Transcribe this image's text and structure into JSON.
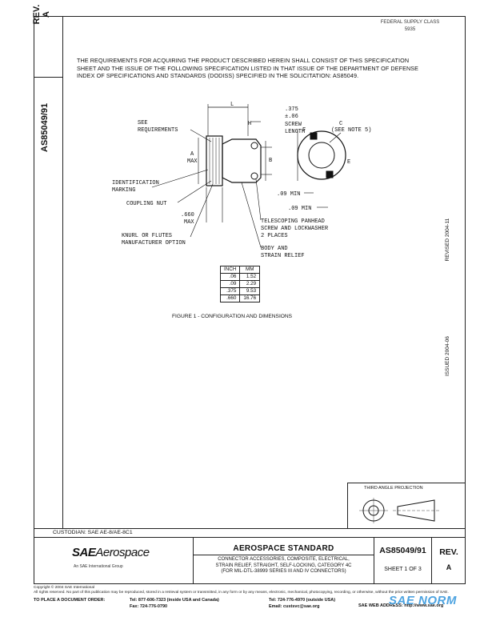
{
  "header": {
    "rev_label": "REV.",
    "rev_value": "A",
    "doc_number": "AS85049/91",
    "fed_line1": "FEDERAL SUPPLY CLASS",
    "fed_line2": "5935"
  },
  "requirements_text": "THE REQUIREMENTS FOR ACQUIRING THE PRODUCT DESCRIBED HEREIN SHALL CONSIST OF THIS SPECIFICATION SHEET AND THE ISSUE OF THE FOLLOWING SPECIFICATION LISTED IN THAT ISSUE OF THE DEPARTMENT OF DEFENSE INDEX OF SPECIFICATIONS AND STANDARDS (DODISS) SPECIFIED IN THE SOLICITATION: AS85049.",
  "drawing": {
    "L": "L",
    "dim375": ".375",
    "plusminus06": "±.06",
    "screw_length_1": "SCREW",
    "screw_length_2": "LENGTH",
    "H": "H",
    "C": "C",
    "see_note": "(SEE NOTE 5)",
    "see_req_1": "SEE",
    "see_req_2": "REQUIREMENTS",
    "A": "A",
    "max": "MAX",
    "B": "B",
    "E": "E",
    "F": "F",
    "ident_1": "IDENTIFICATION",
    "ident_2": "MARKING",
    "coupling": "COUPLING NUT",
    "min09a": ".09 MIN",
    "min09b": ".09 MIN",
    "dim660": ".660",
    "max660": "MAX",
    "knurl_1": "KNURL OR FLUTES",
    "knurl_2": "MANUFACTURER OPTION",
    "tele_1": "TELESCOPING PANHEAD",
    "tele_2": "SCREW AND LOCKWASHER",
    "tele_3": "2 PLACES",
    "body_1": "BODY AND",
    "body_2": "STRAIN RELIEF"
  },
  "conversion_table": {
    "headers": [
      "INCH",
      "MM"
    ],
    "rows": [
      [
        ".06",
        "1.52"
      ],
      [
        ".09",
        "2.29"
      ],
      [
        ".375",
        "9.53"
      ],
      [
        ".660",
        "16.76"
      ]
    ]
  },
  "figure_caption": "FIGURE 1 - CONFIGURATION AND DIMENSIONS",
  "side_dates": {
    "issued": "ISSUED 2004-06",
    "revised": "REVISED 2004-11"
  },
  "projection_label": "THIRD ANGLE PROJECTION",
  "custodian": "CUSTODIAN: SAE AE-8/AE-8C1",
  "title_block": {
    "logo_sae": "SAE",
    "logo_aero": "Aerospace",
    "logo_sub": "An SAE International Group",
    "standard": "AEROSPACE STANDARD",
    "title_lines": [
      "CONNECTOR ACCESSORIES, COMPOSITE, ELECTRICAL,",
      "STRAIN RELIEF, STRAIGHT, SELF-LOCKING, CATEGORY 4C",
      "(FOR MIL-DTL-38999 SERIES III AND IV CONNECTORS)"
    ],
    "doc_number": "AS85049/91",
    "sheet": "SHEET 1 OF 3",
    "rev_label": "REV.",
    "rev_value": "A"
  },
  "footer": {
    "copyright": "Copyright © 2004 SAE International",
    "rights": "All rights reserved. No part of this publication may be reproduced, stored in a retrieval system or transmitted, in any form or by any means, electronic, mechanical, photocopying, recording, or otherwise, without the prior written permission of SAE.",
    "order_label": "TO PLACE A DOCUMENT ORDER:",
    "tel1": "Tel: 877-606-7323 (inside USA and Canada)",
    "fax": "Fax: 724-776-0790",
    "tel2": "Tel: 724-776-4970 (outside USA)",
    "email": "Email: custsvc@sae.org",
    "web_label": "SAE WEB ADDRESS:",
    "web": "http://www.sae.org"
  },
  "watermark": "SAE NORM"
}
